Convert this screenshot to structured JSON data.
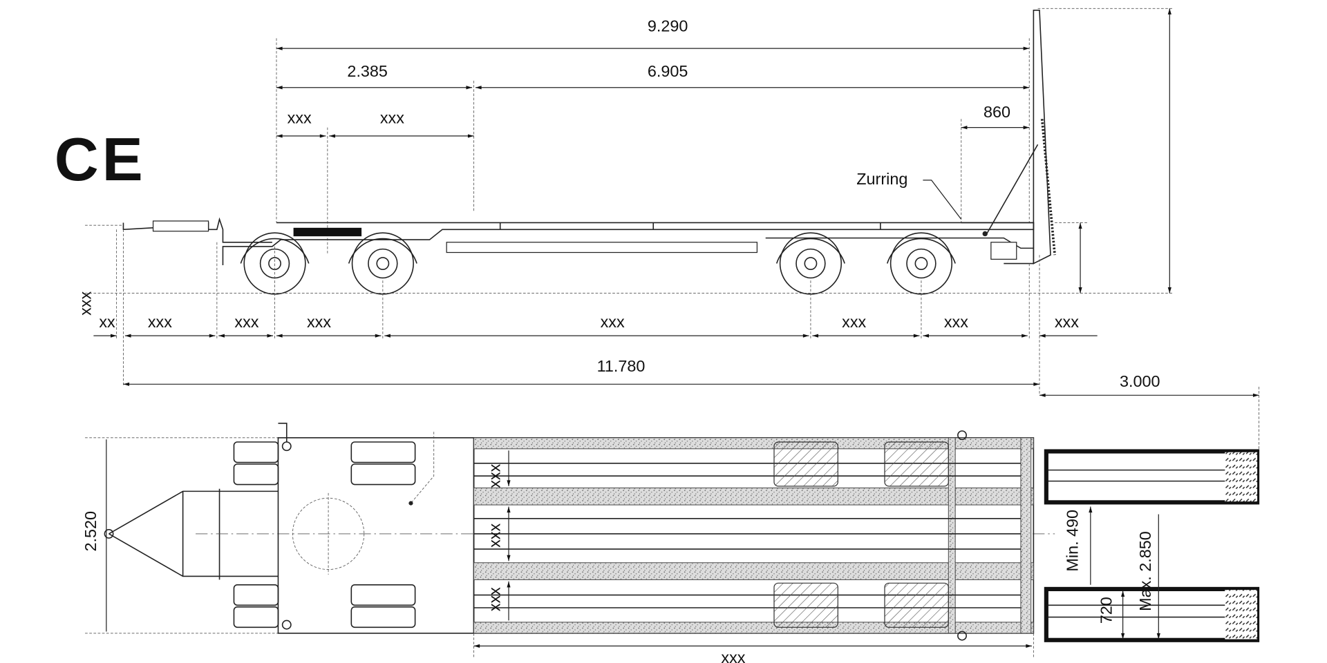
{
  "logo": {
    "text": "CE"
  },
  "side_view": {
    "dims": {
      "overall_deck": "9.290",
      "gooseneck": "2.385",
      "loading_deck": "6.905",
      "gooseneck_part_a": "xxx",
      "gooseneck_part_b": "xxx",
      "ramp_length": "860",
      "zurring_label": "Zurring",
      "height_left": "xxx",
      "bottom_row": [
        "xx",
        "xxx",
        "xxx",
        "xxx",
        "xxx",
        "xxx",
        "xxx",
        "xxx"
      ],
      "total_length": "11.780",
      "ramp_length_total": "3.000"
    }
  },
  "top_view": {
    "dims": {
      "width": "2.520",
      "deck_widths": [
        "xxx",
        "xxx",
        "xxx"
      ],
      "min_gap": "Min. 490",
      "max_width": "Max. 2.850",
      "ramp_width": "720",
      "deck_length": "xxx"
    }
  }
}
